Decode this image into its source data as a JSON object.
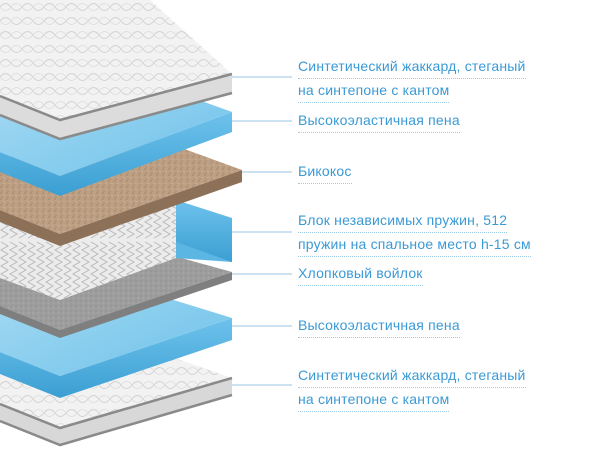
{
  "colors": {
    "label_text": "#3a9ad6",
    "leader_line": "#9ac6e3",
    "foam_blue": "#74c4ec",
    "coconut_brown": "#c2a487",
    "felt_gray": "#a0a0a0",
    "jacquard_white": "#f1f1f1",
    "piping_gray": "#8a8a8a"
  },
  "layers": [
    {
      "id": "top-jacquard",
      "icon": "quilted-jacquard-panel",
      "lines": [
        "Синтетический жаккард, стеганый",
        "на синтепоне с кантом"
      ]
    },
    {
      "id": "top-foam",
      "icon": "blue-foam-slab",
      "lines": [
        "Высокоэластичная пена"
      ]
    },
    {
      "id": "bicoconut",
      "icon": "coconut-fiber-slab",
      "lines": [
        "Бикокос"
      ]
    },
    {
      "id": "springs",
      "icon": "pocket-spring-block",
      "lines": [
        "Блок независимых пружин, 512",
        "пружин на спальное место h-15 см"
      ]
    },
    {
      "id": "felt",
      "icon": "cotton-felt-slab",
      "lines": [
        "Хлопковый войлок"
      ]
    },
    {
      "id": "bottom-foam",
      "icon": "blue-foam-slab",
      "lines": [
        "Высокоэластичная пена"
      ]
    },
    {
      "id": "bottom-jacquard",
      "icon": "quilted-jacquard-panel",
      "lines": [
        "Синтетический жаккард, стеганый",
        "на синтепоне с кантом"
      ]
    }
  ]
}
